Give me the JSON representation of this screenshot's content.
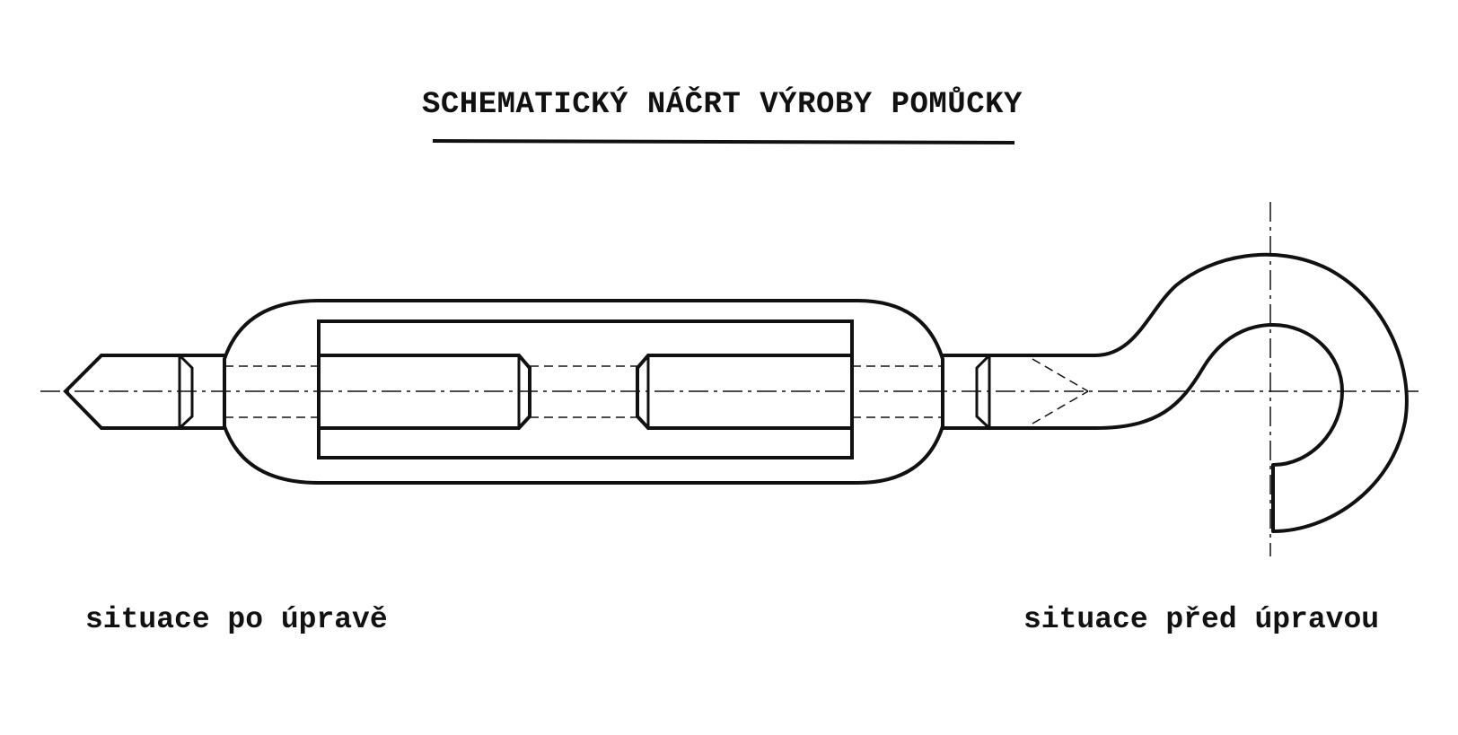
{
  "title": "SCHEMATICKÝ NÁČRT VÝROBY POMŮCKY",
  "captions": {
    "after": "situace po úpravě",
    "before": "situace před úpravou"
  },
  "colors": {
    "ink": "#111111",
    "paper": "#ffffff"
  }
}
